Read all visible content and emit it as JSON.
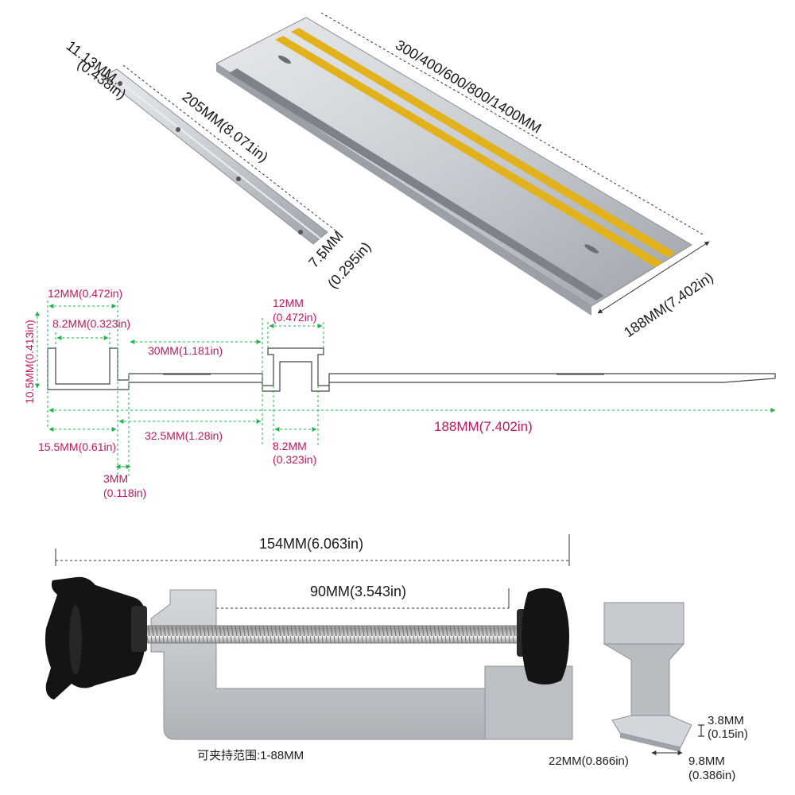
{
  "colors": {
    "dimension_line": "#22b14c",
    "profile_line": "#444444",
    "label_magenta": "#c2185b",
    "label_black": "#1a1a1a",
    "aluminum": "#c9cdd2",
    "yellow_strip": "#e2b21c",
    "knob": "#141414"
  },
  "top": {
    "connector_width": "11.13MM",
    "connector_width_in": "(0.438in)",
    "connector_length": "205MM(8.071in)",
    "connector_thickness": "7.5MM",
    "connector_thickness_in": "(0.295in)",
    "rail_lengths": "300/400/600/800/1400MM",
    "rail_width": "188MM(7.402in)"
  },
  "profile": {
    "slot_outer": "12MM(0.472in)",
    "slot_inner": "8.2MM(0.323in)",
    "slot_height": "10.5MM(0.413in)",
    "gap": "30MM(1.181in)",
    "slot2_outer": "12MM",
    "slot2_outer_in": "(0.472in)",
    "total_width": "188MM(7.402in)",
    "left_offset": "15.5MM(0.61in)",
    "mid_offset": "32.5MM(1.28in)",
    "slot2_inner": "8.2MM",
    "slot2_inner_in": "(0.323in)",
    "wall": "3MM",
    "wall_in": "(0.118in)"
  },
  "clamp": {
    "overall_length": "154MM(6.063in)",
    "screw_length": "90MM(3.543in)",
    "clamp_range": "可夹持范围:1-88MM"
  },
  "tbolt": {
    "head_height": "3.8MM",
    "head_height_in": "(0.15in)",
    "head_length": "22MM(0.866in)",
    "head_width": "9.8MM",
    "head_width_in": "(0.386in)"
  }
}
